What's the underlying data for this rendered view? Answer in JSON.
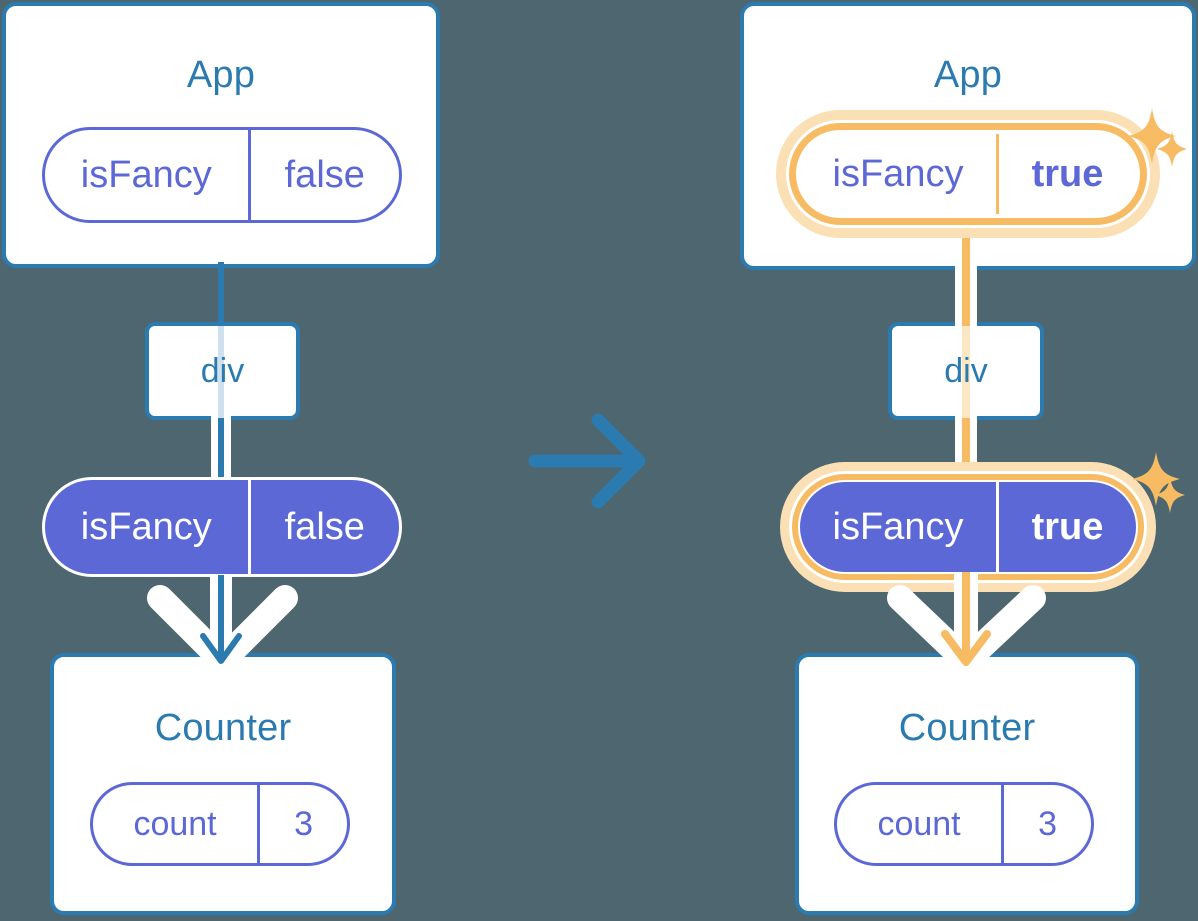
{
  "background_color": "#4d6670",
  "colors": {
    "box_border_blue": "#2b7bb0",
    "title_blue": "#2b7bb0",
    "pill_indigo": "#5b68d6",
    "pill_solid_fill": "#5b68d6",
    "highlight_orange": "#f7bc63",
    "highlight_glow": "#fae0b4",
    "white": "#ffffff"
  },
  "transition_arrow": {
    "icon": "arrow-right-icon",
    "color": "#2b7bb0"
  },
  "panels": [
    {
      "id": "before",
      "app": {
        "title": "App",
        "state_pill": {
          "name": "isFancy",
          "value": "false",
          "style": "outline",
          "highlighted": false,
          "bold_value": false
        }
      },
      "div": {
        "label": "div"
      },
      "prop_pill": {
        "name": "isFancy",
        "value": "false",
        "style": "solid",
        "highlighted": false,
        "bold_value": false
      },
      "counter": {
        "title": "Counter",
        "state_pill": {
          "name": "count",
          "value": "3",
          "style": "outline",
          "highlighted": false,
          "bold_value": false
        }
      },
      "sparkles": []
    },
    {
      "id": "after",
      "app": {
        "title": "App",
        "state_pill": {
          "name": "isFancy",
          "value": "true",
          "style": "outline",
          "highlighted": true,
          "bold_value": true
        }
      },
      "div": {
        "label": "div"
      },
      "prop_pill": {
        "name": "isFancy",
        "value": "true",
        "style": "solid",
        "highlighted": true,
        "bold_value": true
      },
      "counter": {
        "title": "Counter",
        "state_pill": {
          "name": "count",
          "value": "3",
          "style": "outline",
          "highlighted": false,
          "bold_value": false
        }
      },
      "sparkles": [
        {
          "name": "sparkle-large-app",
          "size": "large"
        },
        {
          "name": "sparkle-small-app",
          "size": "small"
        },
        {
          "name": "sparkle-large-prop",
          "size": "large"
        },
        {
          "name": "sparkle-small-prop",
          "size": "small"
        }
      ]
    }
  ]
}
